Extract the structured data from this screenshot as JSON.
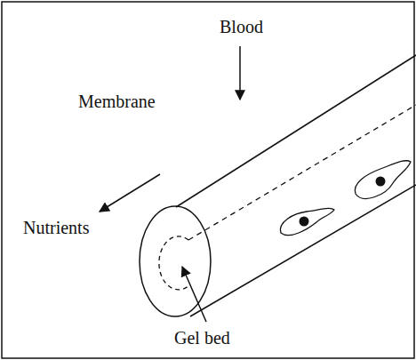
{
  "diagram": {
    "labels": [
      "Blood",
      "Membrane",
      "Nutrients",
      "Gel bed"
    ]
  }
}
